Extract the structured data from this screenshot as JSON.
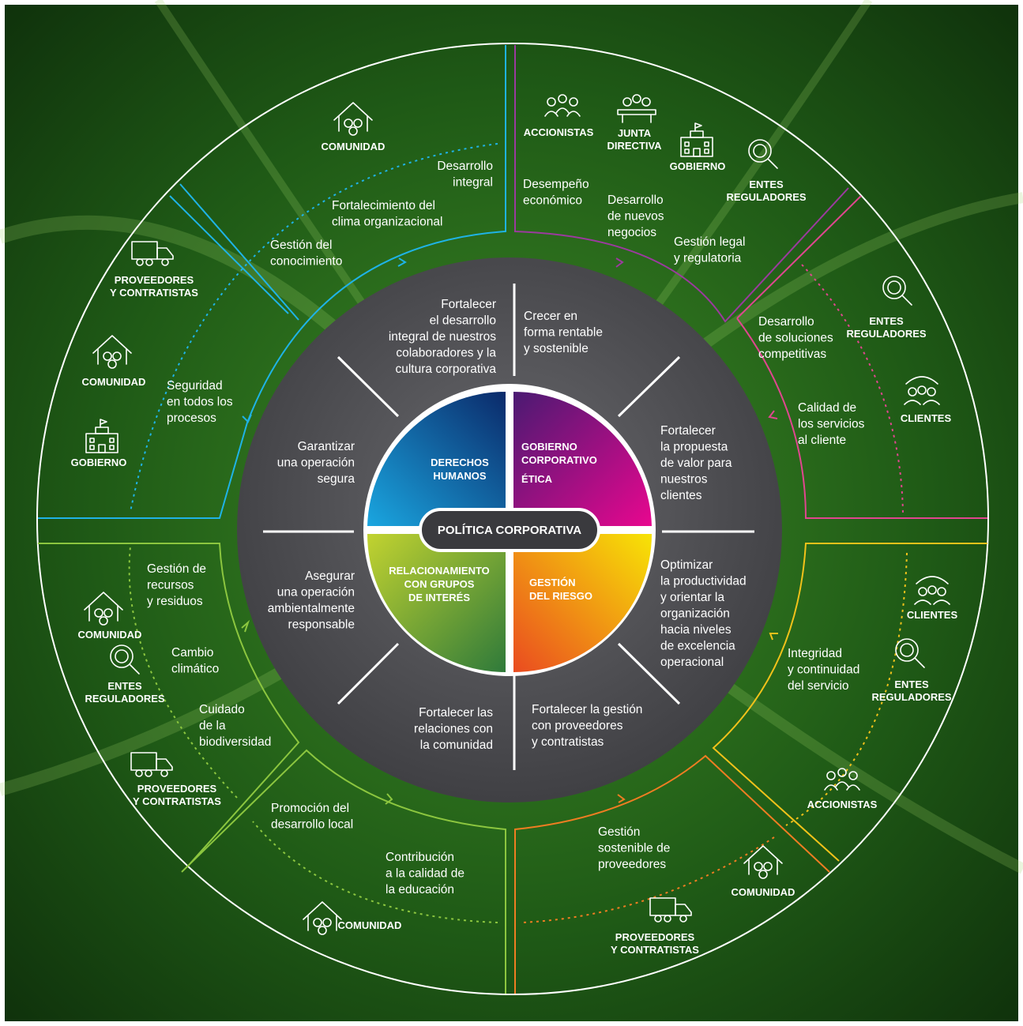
{
  "colors": {
    "blue": "#1fb3e6",
    "purple": "#9b3a9e",
    "pink": "#e0468f",
    "yellow": "#f2c21a",
    "orange": "#ef7d22",
    "green": "#8cc63f",
    "dark_ring": "#4a4a4e",
    "pill": "#3a3a3e"
  },
  "center": {
    "label": "POLÍTICA CORPORATIVA",
    "q_top_left": [
      "DERECHOS",
      "HUMANOS"
    ],
    "q_top_right": [
      "GOBIERNO",
      "CORPORATIVO"
    ],
    "q_top_right_sub": "ÉTICA",
    "q_bottom_left": [
      "RELACIONAMIENTO",
      "CON GRUPOS",
      "DE INTERÉS"
    ],
    "q_bottom_right": [
      "GESTIÓN",
      "DEL RIESGO"
    ]
  },
  "objectives": {
    "top_left": [
      "Fortalecer",
      "el desarrollo",
      "integral de nuestros",
      "colaboradores y la",
      "cultura corporativa"
    ],
    "top_right": [
      "Crecer en",
      "forma rentable",
      "y sostenible"
    ],
    "right_upper": [
      "Fortalecer",
      "la propuesta",
      "de valor para",
      "nuestros",
      "clientes"
    ],
    "right_lower": [
      "Optimizar",
      "la productividad",
      "y orientar la",
      "organización",
      "hacia niveles",
      "de excelencia",
      "operacional"
    ],
    "bottom_right": [
      "Fortalecer la gestión",
      "con proveedores",
      "y contratistas"
    ],
    "bottom_left": [
      "Fortalecer las",
      "relaciones con",
      "la comunidad"
    ],
    "left_lower": [
      "Asegurar",
      "una operación",
      "ambientalmente",
      "responsable"
    ],
    "left_upper": [
      "Garantizar",
      "una operación",
      "segura"
    ]
  },
  "topics": {
    "blue": [
      [
        "Desarrollo",
        "integral"
      ],
      [
        "Fortalecimiento del",
        "clima organizacional"
      ],
      [
        "Gestión del",
        "conocimiento"
      ],
      [
        "Seguridad",
        "en todos los",
        "procesos"
      ]
    ],
    "purple": [
      [
        "Desempeño",
        "económico"
      ],
      [
        "Desarrollo",
        "de nuevos",
        "negocios"
      ],
      [
        "Gestión legal",
        "y regulatoria"
      ]
    ],
    "pink": [
      [
        "Desarrollo",
        "de soluciones",
        "competitivas"
      ],
      [
        "Calidad de",
        "los servicios",
        "al cliente"
      ]
    ],
    "yellow": [
      [
        "Integridad",
        "y continuidad",
        "del servicio"
      ]
    ],
    "orange": [
      [
        "Gestión",
        "sostenible de",
        "proveedores"
      ]
    ],
    "green_bottom": [
      [
        "Promoción del",
        "desarrollo local"
      ],
      [
        "Contribución",
        "a la calidad de",
        "la educación"
      ]
    ],
    "green_left": [
      [
        "Gestión de",
        "recursos",
        "y residuos"
      ],
      [
        "Cambio",
        "climático"
      ],
      [
        "Cuidado",
        "de la",
        "biodiversidad"
      ]
    ]
  },
  "stakeholders": {
    "blue": [
      [
        "COMUNIDAD"
      ],
      [
        "PROVEEDORES",
        "Y CONTRATISTAS"
      ],
      [
        "COMUNIDAD"
      ],
      [
        "GOBIERNO"
      ]
    ],
    "purple": [
      [
        "ACCIONISTAS"
      ],
      [
        "JUNTA",
        "DIRECTIVA"
      ],
      [
        "GOBIERNO"
      ],
      [
        "ENTES",
        "REGULADORES"
      ]
    ],
    "pink": [
      [
        "ENTES",
        "REGULADORES"
      ],
      [
        "CLIENTES"
      ]
    ],
    "yellow": [
      [
        "CLIENTES"
      ],
      [
        "ENTES",
        "REGULADORES"
      ],
      [
        "ACCIONISTAS"
      ]
    ],
    "orange": [
      [
        "COMUNIDAD"
      ],
      [
        "PROVEEDORES",
        "Y CONTRATISTAS"
      ]
    ],
    "green_bottom": [
      [
        "COMUNIDAD"
      ]
    ],
    "green_left": [
      [
        "COMUNIDAD"
      ],
      [
        "ENTES",
        "REGULADORES"
      ],
      [
        "PROVEEDORES",
        "Y CONTRATISTAS"
      ]
    ]
  }
}
